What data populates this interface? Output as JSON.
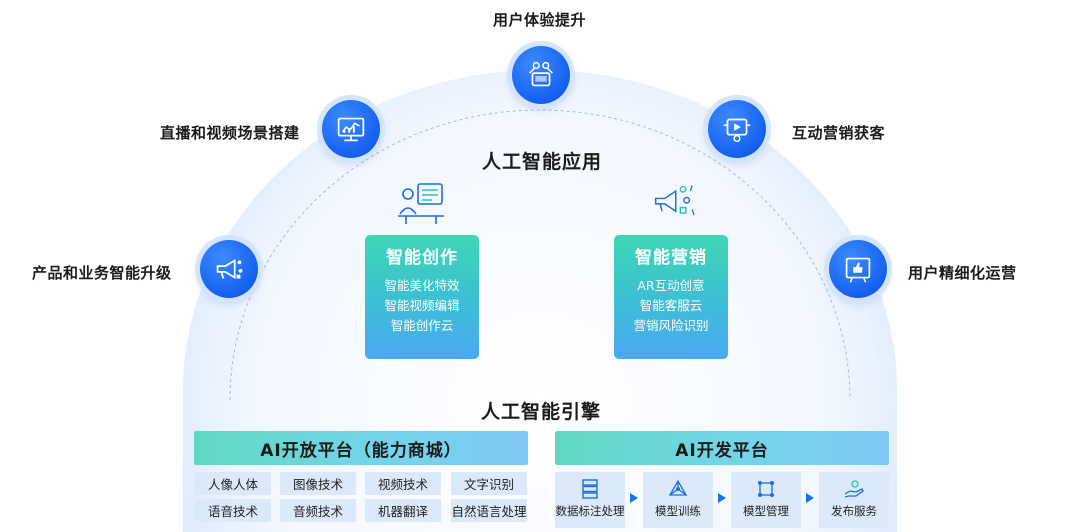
{
  "outer_nodes": [
    {
      "label": "用户体验提升",
      "icon": "phone-users-icon"
    },
    {
      "label": "直播和视频场景搭建",
      "icon": "monitor-chart-icon"
    },
    {
      "label": "互动营销获客",
      "icon": "video-screen-icon"
    },
    {
      "label": "产品和业务智能升级",
      "icon": "megaphone-icon"
    },
    {
      "label": "用户精细化运营",
      "icon": "thumbs-up-board-icon"
    }
  ],
  "ai_application": {
    "title": "人工智能应用",
    "cards": [
      {
        "title": "智能创作",
        "items": [
          "智能美化特效",
          "智能视频编辑",
          "智能创作云"
        ],
        "icon": "creator-desk-icon"
      },
      {
        "title": "智能营销",
        "items": [
          "AR互动创意",
          "智能客服云",
          "营销风险识别"
        ],
        "icon": "marketing-megaphone-icon"
      }
    ]
  },
  "ai_engine": {
    "title": "人工智能引擎",
    "open_platform": {
      "title": "AI开放平台（能力商城）",
      "row1": [
        "人像人体",
        "图像技术",
        "视频技术",
        "文字识别"
      ],
      "row2": [
        "语音技术",
        "音频技术",
        "机器翻译",
        "自然语言处理"
      ]
    },
    "dev_platform": {
      "title": "AI开发平台",
      "steps": [
        {
          "label": "数据标注处理",
          "icon": "server-stack-icon"
        },
        {
          "label": "模型训练",
          "icon": "network-model-icon"
        },
        {
          "label": "模型管理",
          "icon": "nodes-grid-icon"
        },
        {
          "label": "发布服务",
          "icon": "hand-service-icon"
        }
      ]
    }
  },
  "colors": {
    "node_blue": "#1560f0",
    "accent": "#1a73e8",
    "chip_bg": "#dce9fb"
  }
}
